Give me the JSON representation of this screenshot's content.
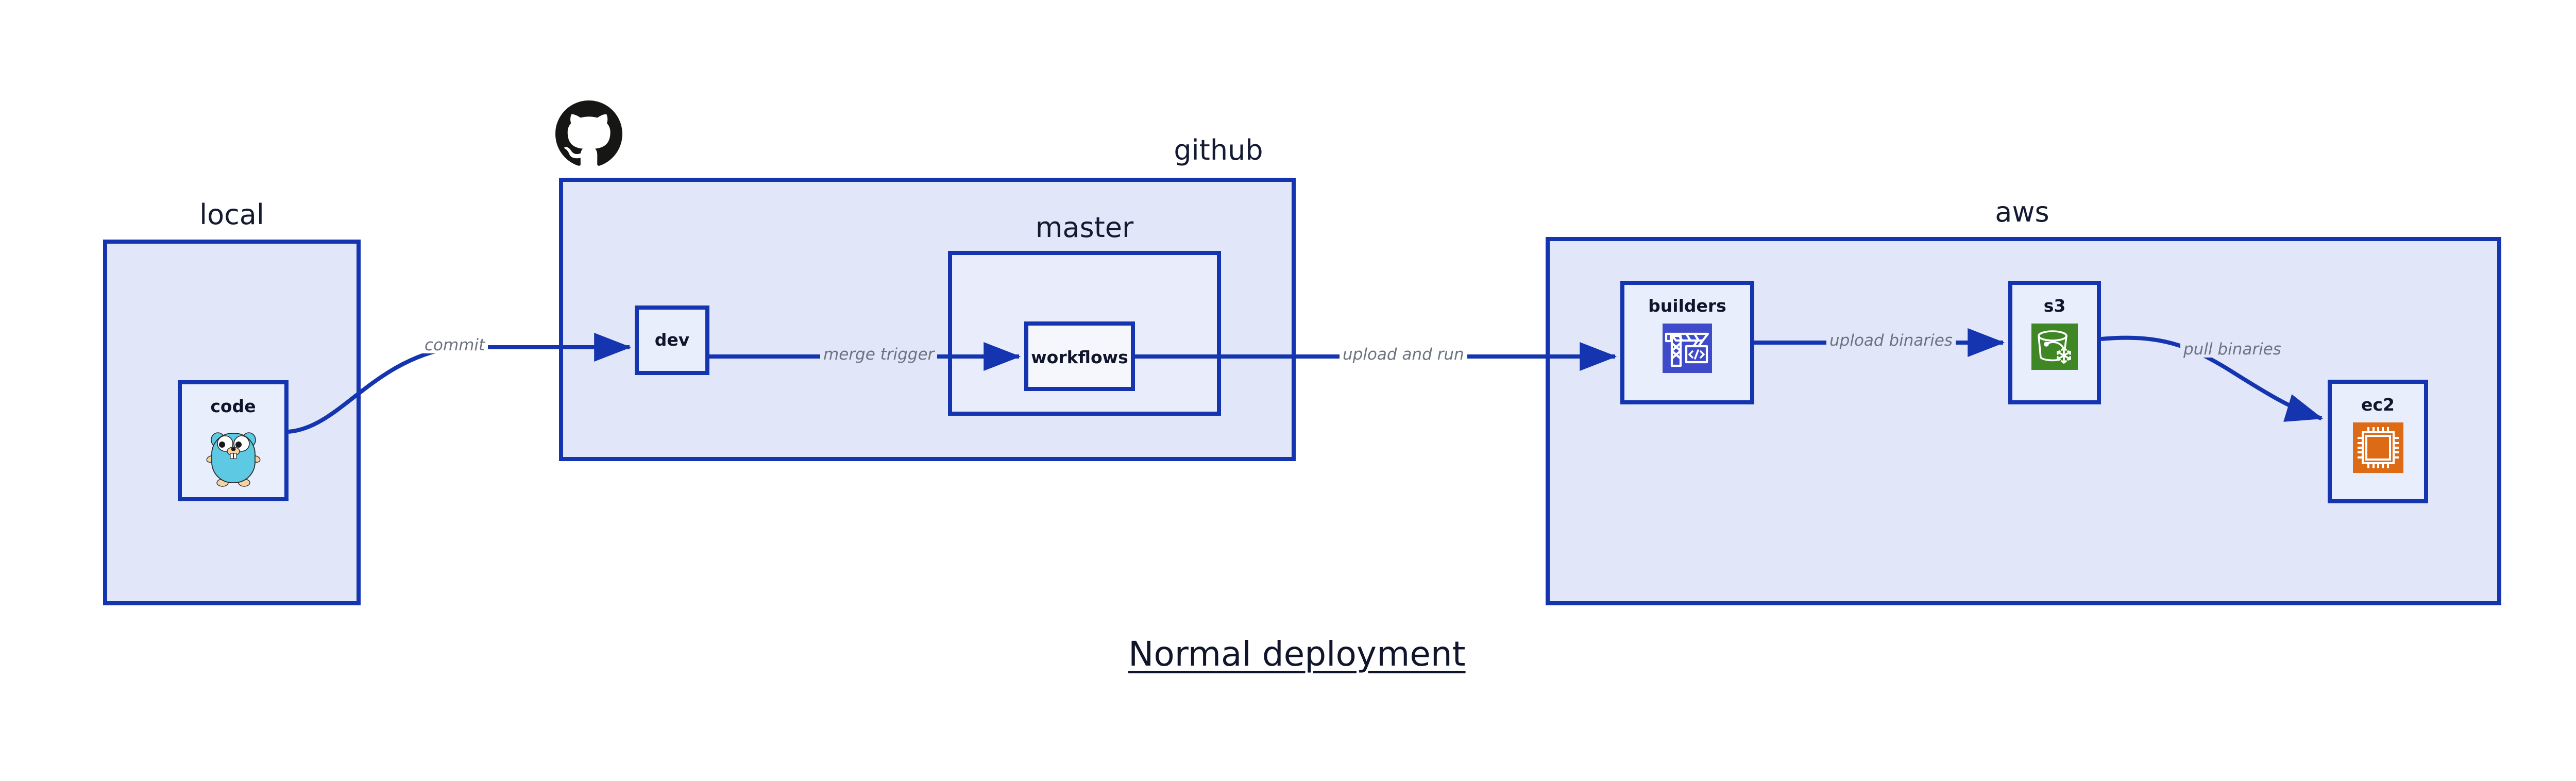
{
  "diagram": {
    "title": "Normal deployment",
    "colors": {
      "edge": "#1535b0",
      "group_border": "#1535b0",
      "group_fill": "#e1e6f9",
      "group_fill_nested": "#e9edfb",
      "node_fill": "#e9eefc",
      "node_fill_light": "#f5f7fd",
      "label_text": "#141a32",
      "edge_label_text": "#6b7280",
      "github_logo": "#161614",
      "gopher_body": "#5dc9e2",
      "gopher_accent": "#f6d2a2",
      "builders_icon_bg": "#3f4acb",
      "s3_icon_bg": "#3f8624",
      "ec2_icon_bg": "#dd6b15"
    },
    "groups": [
      {
        "id": "local",
        "label": "local"
      },
      {
        "id": "github",
        "label": "github"
      },
      {
        "id": "master",
        "label": "master"
      },
      {
        "id": "aws",
        "label": "aws"
      }
    ],
    "nodes": [
      {
        "id": "code",
        "label": "code",
        "icon": "go-gopher-icon"
      },
      {
        "id": "dev",
        "label": "dev",
        "icon": null
      },
      {
        "id": "workflows",
        "label": "workflows",
        "icon": null
      },
      {
        "id": "builders",
        "label": "builders",
        "icon": "crane-code-icon"
      },
      {
        "id": "s3",
        "label": "s3",
        "icon": "s3-glacier-bucket-icon"
      },
      {
        "id": "ec2",
        "label": "ec2",
        "icon": "cpu-chip-icon"
      }
    ],
    "edges": [
      {
        "id": "commit",
        "from": "code",
        "to": "dev",
        "label": "commit"
      },
      {
        "id": "merge-trigger",
        "from": "dev",
        "to": "workflows",
        "label": "merge trigger"
      },
      {
        "id": "upload-and-run",
        "from": "workflows",
        "to": "builders",
        "label": "upload and run"
      },
      {
        "id": "upload-binaries",
        "from": "builders",
        "to": "s3",
        "label": "upload binaries"
      },
      {
        "id": "pull-binaries",
        "from": "s3",
        "to": "ec2",
        "label": "pull binaries"
      }
    ],
    "logos": [
      {
        "id": "github-octocat",
        "name": "github-octocat-logo"
      }
    ]
  }
}
